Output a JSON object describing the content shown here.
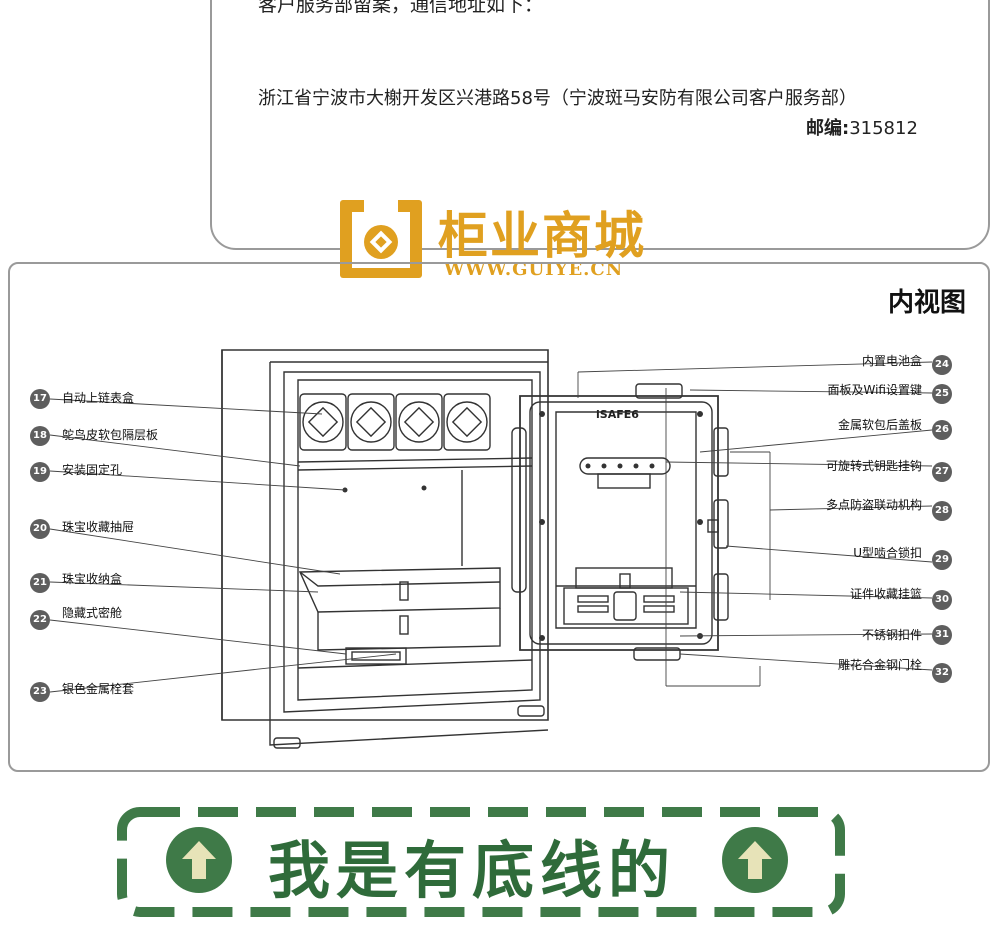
{
  "notice": {
    "line1": "客户服务部留案，通信地址如下：",
    "address": "浙江省宁波市大榭开发区兴港路58号（宁波斑马安防有限公司客户服务部）",
    "postcode_label": "邮编:",
    "postcode_value": "315812"
  },
  "watermark": {
    "title": "柜业商城",
    "url": "WWW.GUIYE.CN",
    "color": "#e0a020"
  },
  "diagram": {
    "title": "内视图",
    "brand": "iSAFE6",
    "left_callouts": [
      {
        "num": "17",
        "label": "自动上链表盒"
      },
      {
        "num": "18",
        "label": "鸵鸟皮软包隔层板"
      },
      {
        "num": "19",
        "label": "安装固定孔"
      },
      {
        "num": "20",
        "label": "珠宝收藏抽屉"
      },
      {
        "num": "21",
        "label": "珠宝收纳盒"
      },
      {
        "num": "22",
        "label": "隐藏式密舱"
      },
      {
        "num": "23",
        "label": "银色金属栓套"
      }
    ],
    "right_callouts": [
      {
        "num": "24",
        "label": "内置电池盒"
      },
      {
        "num": "25",
        "label": "面板及Wifi设置键"
      },
      {
        "num": "26",
        "label": "金属软包后盖板"
      },
      {
        "num": "27",
        "label": "可旋转式钥匙挂钩"
      },
      {
        "num": "28",
        "label": "多点防盗联动机构"
      },
      {
        "num": "29",
        "label": "U型啮合锁扣"
      },
      {
        "num": "30",
        "label": "证件收藏挂篮"
      },
      {
        "num": "31",
        "label": "不锈钢扣件"
      },
      {
        "num": "32",
        "label": "雕花合金钢门栓"
      }
    ]
  },
  "banner": {
    "text": "我是有底线的",
    "color": "#2f6b3a",
    "icon": "up-arrow-icon"
  }
}
